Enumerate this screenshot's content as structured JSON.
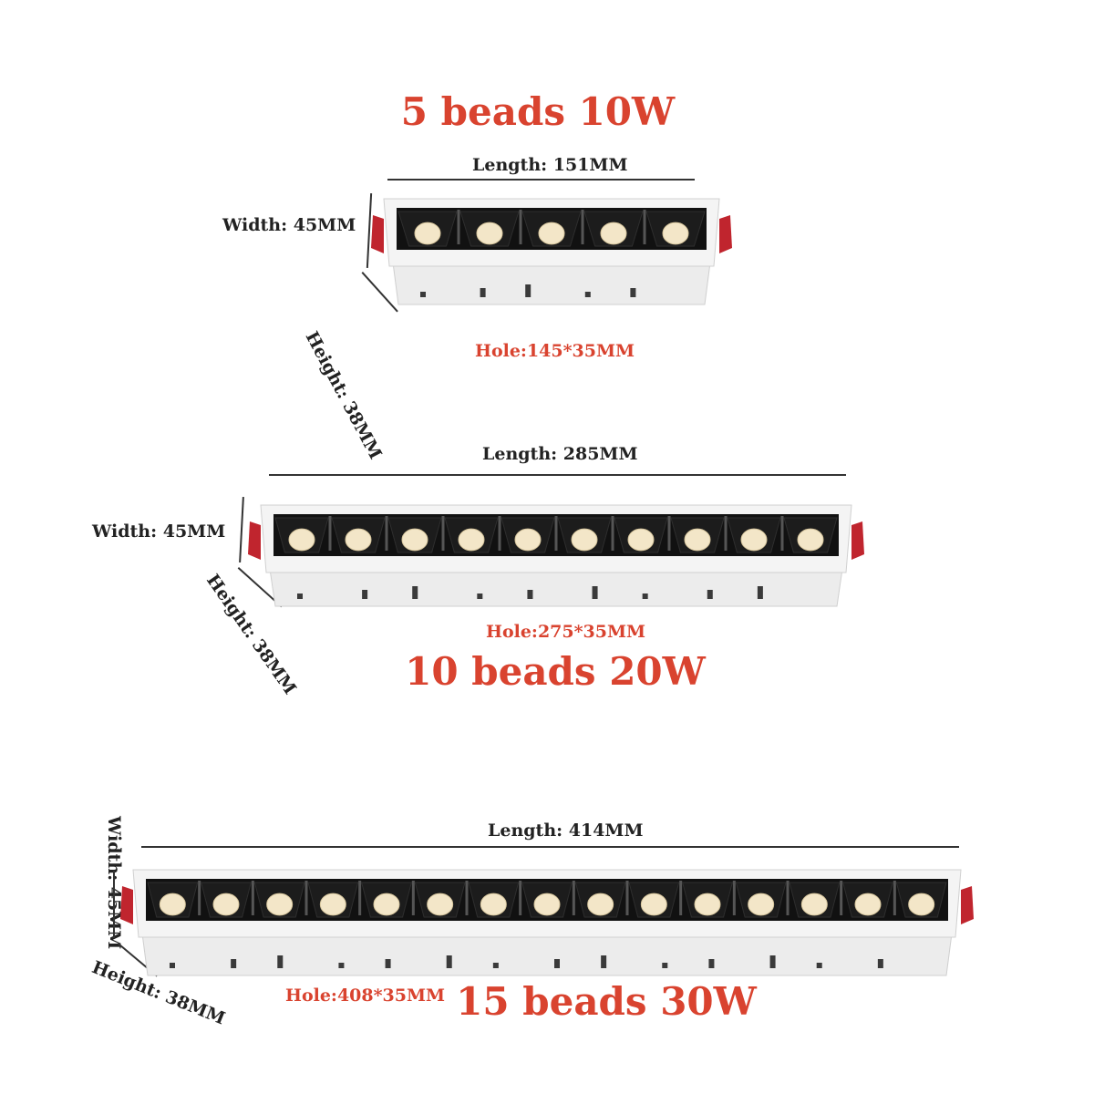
{
  "products": [
    {
      "title": "5 beads 10W",
      "length": "Length: 151MM",
      "width": "Width: 45MM",
      "height": "Height: 38MM",
      "hole": "Hole:145*35MM",
      "beads": 5
    },
    {
      "title": "10 beads 20W",
      "length": "Length: 285MM",
      "width": "Width: 45MM",
      "height": "Height: 38MM",
      "hole": "Hole:275*35MM",
      "beads": 10
    },
    {
      "title": "15 beads 30W",
      "length": "Length: 414MM",
      "width": "Width: 45MM",
      "height": "Height: 38MM",
      "hole": "Hole:408*35MM",
      "beads": 15
    }
  ],
  "colors": {
    "accent": "#d9432f",
    "text": "#222222",
    "housing": "#f4f4f4",
    "trim": "#111111",
    "bead": "#f3e6c8",
    "clip": "#c0252e"
  }
}
